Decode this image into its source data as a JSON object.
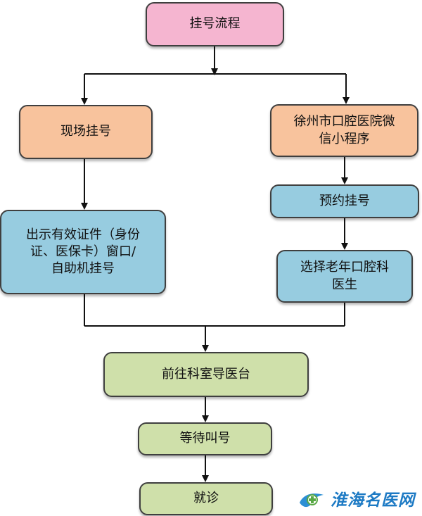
{
  "diagram": {
    "nodes": {
      "title": "挂号流程",
      "onsite": "现场挂号",
      "mini_program": "徐州市口腔医院微\n信小程序",
      "appointment": "预约挂号",
      "id_window": "出示有效证件（身份\n证、医保卡）窗口/\n自助机挂号",
      "choose_doctor": "选择老年口腔科\n医生",
      "go_desk": "前往科室导医台",
      "wait": "等待叫号",
      "visit": "就诊"
    },
    "colors": {
      "pink": "#f5b5d0",
      "orange": "#f8c39d",
      "blue": "#97cce0",
      "green": "#cfe0aa",
      "line": "#111111"
    }
  },
  "watermark": {
    "text": "淮海名医网",
    "icon": "medical-cross-logo-icon"
  }
}
